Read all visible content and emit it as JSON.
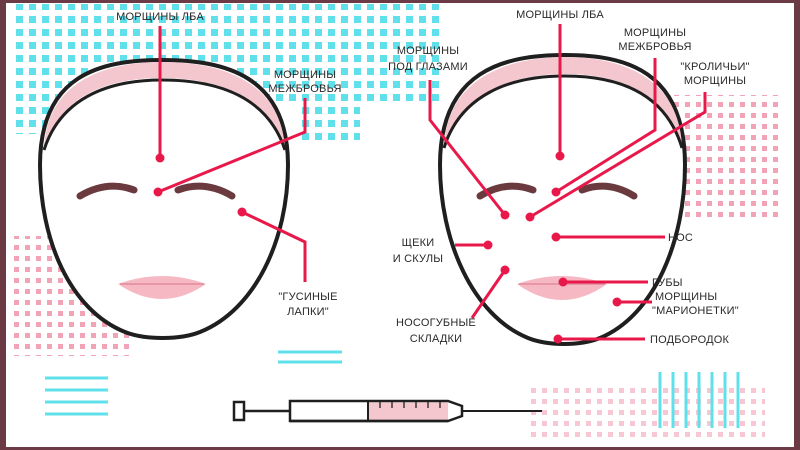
{
  "colors": {
    "accent": "#e8194a",
    "face_outline": "#1f1f1f",
    "headband": "#f4c7cf",
    "lips": "#f6b9c4",
    "brows": "#6a3a3f",
    "cyan_dots": "#5fe0ea",
    "pink_dots": "#f2a3b6",
    "frame": "#6b3a45"
  },
  "left_face": {
    "labels": {
      "forehead": "МОРЩИНЫ ЛБА",
      "glabella_line1": "МОРЩИНЫ",
      "glabella_line2": "МЕЖБРОВЬЯ",
      "crows_line1": "\"ГУСИНЫЕ",
      "crows_line2": "ЛАПКИ\""
    }
  },
  "right_face": {
    "labels": {
      "forehead": "МОРЩИНЫ ЛБА",
      "under_eyes_line1": "МОРЩИНЫ",
      "under_eyes_line2": "ПОД ГЛАЗАМИ",
      "glabella_line1": "МОРЩИНЫ",
      "glabella_line2": "МЕЖБРОВЬЯ",
      "bunny_line1": "\"КРОЛИЧЬИ\"",
      "bunny_line2": "МОРЩИНЫ",
      "cheeks_line1": "ЩЕКИ",
      "cheeks_line2": "И СКУЛЫ",
      "nose": "НОС",
      "nasolabial_line1": "НОСОГУБНЫЕ",
      "nasolabial_line2": "СКЛАДКИ",
      "lips": "ГУБЫ",
      "marionette_line1": "МОРЩИНЫ",
      "marionette_line2": "\"МАРИОНЕТКИ\"",
      "chin": "ПОДБОРОДОК"
    }
  }
}
